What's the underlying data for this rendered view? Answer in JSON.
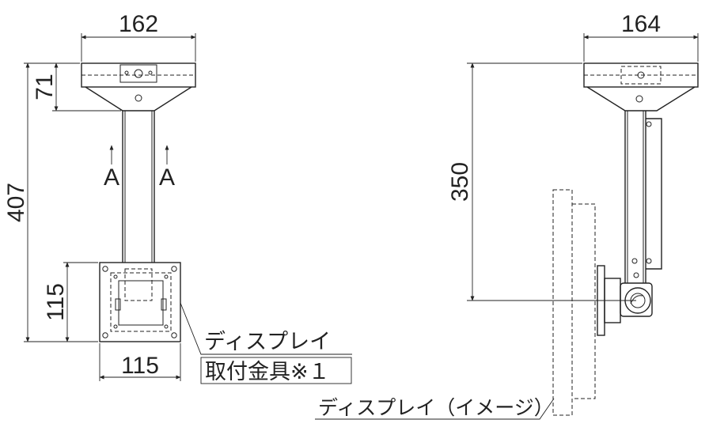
{
  "dimensions": {
    "front_top_width": "162",
    "front_flange_height": "71",
    "front_total_height": "407",
    "front_bracket_height": "115",
    "front_bracket_width": "115",
    "side_top_width": "164",
    "side_height": "350"
  },
  "section_marks": {
    "left": "A",
    "right": "A"
  },
  "labels": {
    "display": "ディスプレイ",
    "bracket": "取付金具※１",
    "display_image": "ディスプレイ（イメージ）"
  }
}
